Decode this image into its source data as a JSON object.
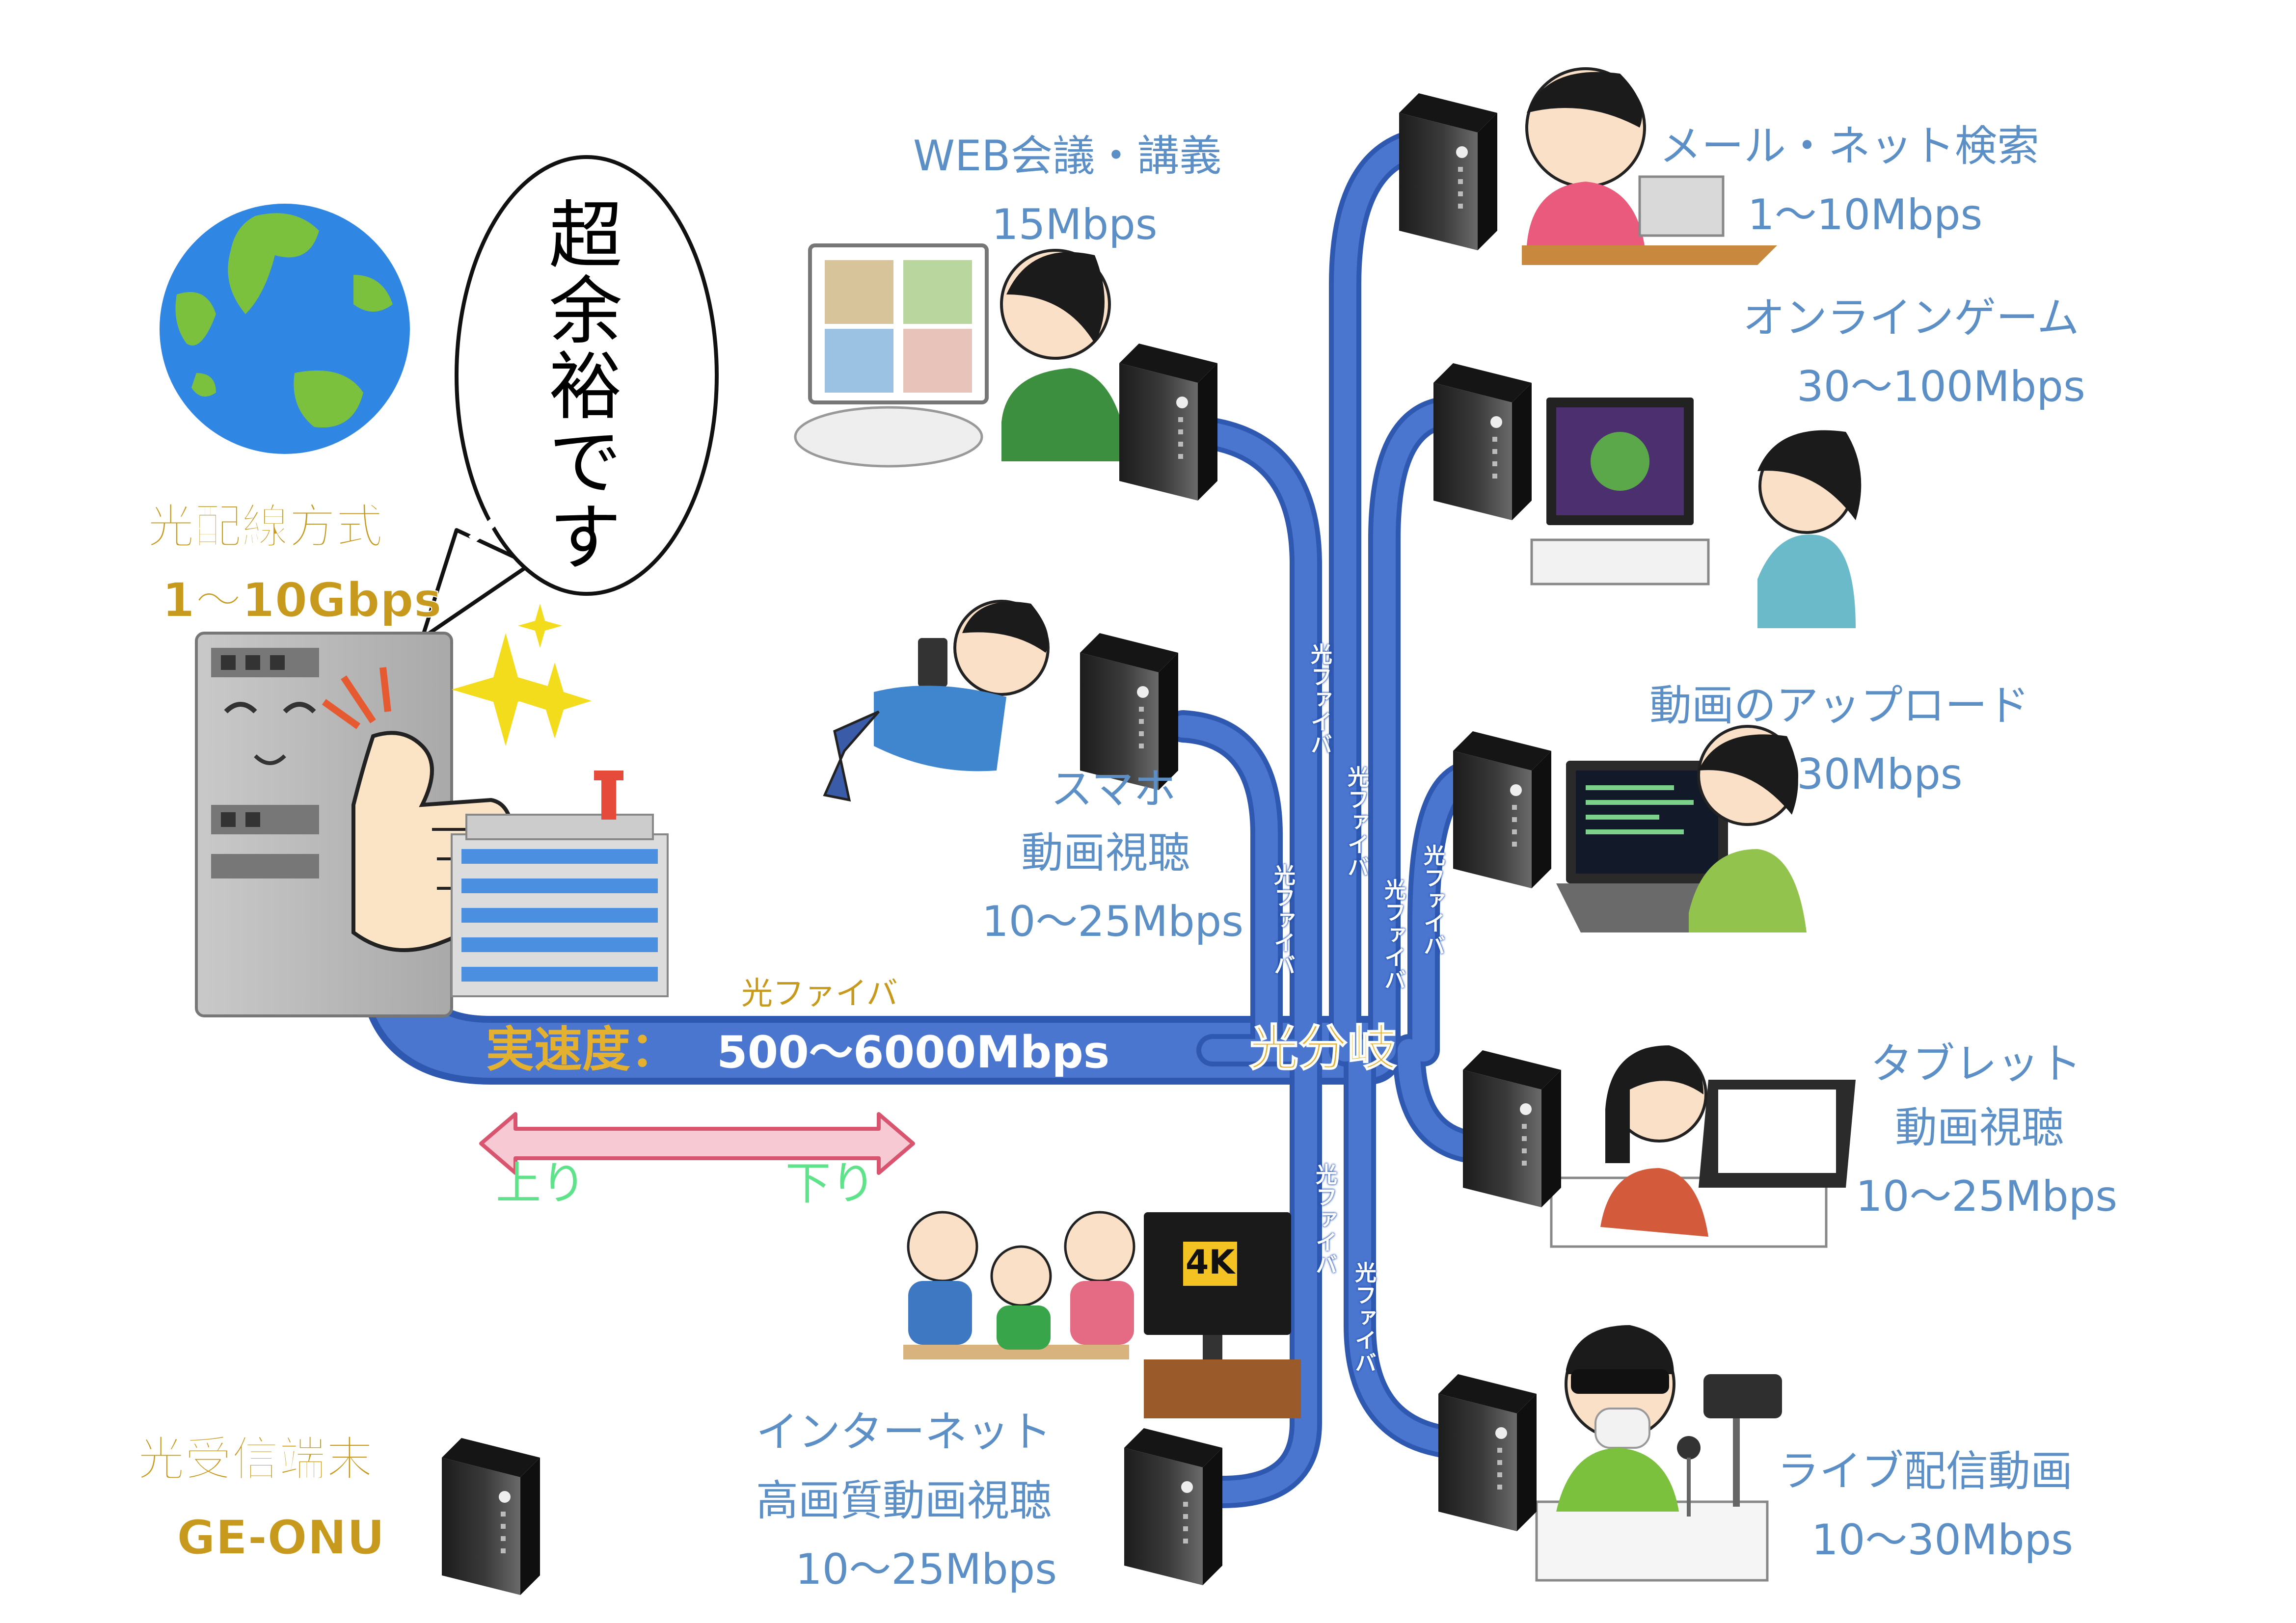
{
  "colors": {
    "pipe": "#4a76d0",
    "pipe_dark": "#2f58b0",
    "label_blue": "#5b8fc6",
    "label_gold": "#c79a1e",
    "arrow_fill": "#f7c9d3",
    "arrow_stroke": "#d9546e",
    "up_down_text": "#5fe38a"
  },
  "bubble": {
    "text": "超余裕です"
  },
  "origin": {
    "method": "光配線方式",
    "bandwidth": "1〜10Gbps"
  },
  "trunk": {
    "fiber_label": "光ファイバ",
    "speed_label": "実速度：",
    "speed_value": "500〜6000Mbps",
    "splitter": "光分岐"
  },
  "direction": {
    "up": "上り",
    "down": "下り"
  },
  "terminal": {
    "name": "光受信端末",
    "model": "GE-ONU"
  },
  "branch_fiber_label": "光ファイバ",
  "tv_badge": "4K",
  "services": [
    {
      "id": "web",
      "name": "WEB会議・講義",
      "speed": "15Mbps"
    },
    {
      "id": "phone",
      "name1": "スマホ",
      "name2": "動画視聴",
      "speed": "10〜25Mbps"
    },
    {
      "id": "hd",
      "name1": "インターネット",
      "name2": "高画質動画視聴",
      "speed": "10〜25Mbps"
    },
    {
      "id": "mail",
      "name": "メール・ネット検索",
      "speed": "1〜10Mbps"
    },
    {
      "id": "game",
      "name": "オンラインゲーム",
      "speed": "30〜100Mbps"
    },
    {
      "id": "upload",
      "name": "動画のアップロード",
      "speed": "30Mbps"
    },
    {
      "id": "tablet",
      "name1": "タブレット",
      "name2": "動画視聴",
      "speed": "10〜25Mbps"
    },
    {
      "id": "live",
      "name": "ライブ配信動画",
      "speed": "10〜30Mbps"
    }
  ]
}
